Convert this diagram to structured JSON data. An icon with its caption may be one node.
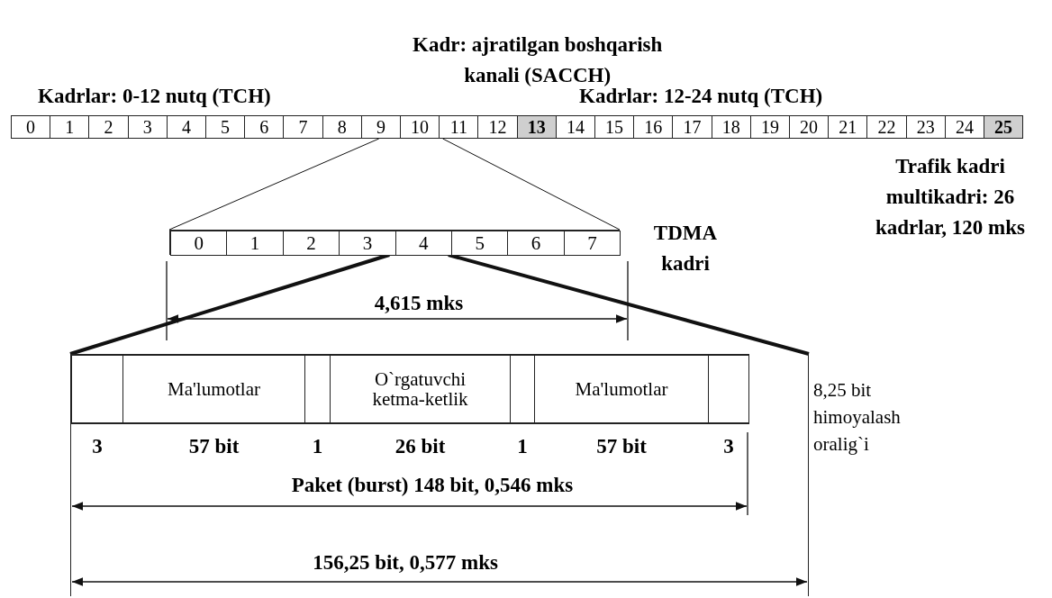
{
  "diagram": {
    "nodes": [
      {
        "text": [
          "0"
        ]
      },
      {
        "text": [
          "1"
        ]
      },
      {
        "text": [
          "2"
        ]
      },
      {
        "text": [
          "3"
        ]
      },
      {
        "text": [
          "4"
        ]
      },
      {
        "text": [
          "5"
        ]
      },
      {
        "text": [
          "6"
        ]
      },
      {
        "text": [
          "7"
        ]
      },
      {
        "text": [
          "8"
        ]
      },
      {
        "text": [
          "9"
        ]
      },
      {
        "text": [
          "10"
        ]
      },
      {
        "text": [
          "11"
        ]
      },
      {
        "text": [
          "12"
        ]
      },
      {
        "text": [
          "13"
        ],
        "beside": [
          "Kadr: ajratilgan boshqarish kanali (SACCH)"
        ]
      },
      {
        "text": [
          "14"
        ]
      },
      {
        "text": [
          "15"
        ]
      },
      {
        "text": [
          "16"
        ]
      },
      {
        "text": [
          "17"
        ]
      },
      {
        "text": [
          "18"
        ]
      },
      {
        "text": [
          "19"
        ]
      },
      {
        "text": [
          "20"
        ]
      },
      {
        "text": [
          "21"
        ]
      },
      {
        "text": [
          "22"
        ]
      },
      {
        "text": [
          "23"
        ]
      },
      {
        "text": [
          "24"
        ]
      },
      {
        "text": [
          "25"
        ]
      },
      {
        "text": [],
        "shape": "bar",
        "beside": [
          "TDMA kadri"
        ]
      },
      {
        "text": [
          "0"
        ],
        "in": 26
      },
      {
        "text": [
          "1"
        ],
        "in": 26
      },
      {
        "text": [
          "2"
        ],
        "in": 26
      },
      {
        "text": [
          "3"
        ],
        "in": 26
      },
      {
        "text": [
          "4"
        ],
        "in": 26
      },
      {
        "text": [
          "5"
        ],
        "in": 26
      },
      {
        "text": [
          "6"
        ],
        "in": 26
      },
      {
        "text": [
          "7"
        ],
        "in": 26
      },
      {
        "text": [],
        "shape": "box"
      },
      {
        "text": [],
        "shape": "box",
        "in": 35,
        "beside": [
          "3"
        ]
      },
      {
        "text": [
          "Ma'lumotlar"
        ],
        "in": 35,
        "beside": [
          "57 bit"
        ]
      },
      {
        "text": [],
        "shape": "box",
        "in": 35,
        "beside": [
          "1"
        ]
      },
      {
        "text": [
          "O`rgatuvchi ketma-ketlik"
        ],
        "in": 35,
        "beside": [
          "26 bit"
        ]
      },
      {
        "text": [],
        "shape": "box",
        "in": 35,
        "beside": [
          "1"
        ]
      },
      {
        "text": [
          "Ma'lumotlar"
        ],
        "in": 35,
        "beside": [
          "57 bit"
        ]
      },
      {
        "text": [],
        "shape": "box",
        "in": 35,
        "beside": [
          "3"
        ]
      }
    ],
    "edges": [
      {
        "from": 9,
        "to": 26,
        "arrow": "none"
      },
      {
        "from": 11,
        "to": 26,
        "arrow": "none"
      },
      {
        "from": 30,
        "to": 35,
        "arrow": "none",
        "style": "thick"
      },
      {
        "from": 31,
        "to": 35,
        "arrow": "none",
        "style": "thick"
      }
    ],
    "labels": [
      "Kadrlar: 0-12 nutq (TCH)",
      "Kadrlar: 12-24 nutq (TCH)",
      "Trafik kadri multikadri: 26 kadrlar, 120 mks",
      "4,615 mks",
      "8,25 bit himoyalash oralig`i",
      "Paket (burst) 148 bit, 0,546 mks",
      "156,25 bit, 0,577 mks"
    ]
  }
}
